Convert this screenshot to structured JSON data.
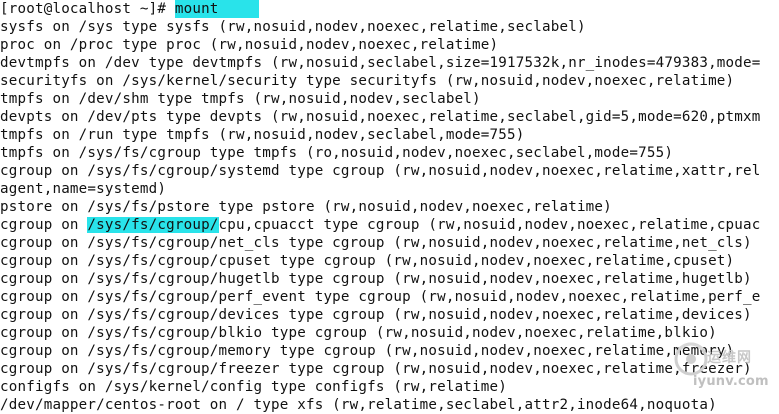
{
  "prompt": {
    "text": "[root@localhost ~]# ",
    "command": "mount"
  },
  "lines": [
    "sysfs on /sys type sysfs (rw,nosuid,nodev,noexec,relatime,seclabel)",
    "proc on /proc type proc (rw,nosuid,nodev,noexec,relatime)",
    "devtmpfs on /dev type devtmpfs (rw,nosuid,seclabel,size=1917532k,nr_inodes=479383,mode=",
    "securityfs on /sys/kernel/security type securityfs (rw,nosuid,nodev,noexec,relatime)",
    "tmpfs on /dev/shm type tmpfs (rw,nosuid,nodev,seclabel)",
    "devpts on /dev/pts type devpts (rw,nosuid,noexec,relatime,seclabel,gid=5,mode=620,ptmxm",
    "tmpfs on /run type tmpfs (rw,nosuid,nodev,seclabel,mode=755)",
    "tmpfs on /sys/fs/cgroup type tmpfs (ro,nosuid,nodev,noexec,seclabel,mode=755)",
    "cgroup on /sys/fs/cgroup/systemd type cgroup (rw,nosuid,nodev,noexec,relatime,xattr,rel",
    "agent,name=systemd)",
    "pstore on /sys/fs/pstore type pstore (rw,nosuid,nodev,noexec,relatime)",
    "cgroup on /sys/fs/cgroup/cpu,cpuacct type cgroup (rw,nosuid,nodev,noexec,relatime,cpuac",
    "cgroup on /sys/fs/cgroup/net_cls type cgroup (rw,nosuid,nodev,noexec,relatime,net_cls)",
    "cgroup on /sys/fs/cgroup/cpuset type cgroup (rw,nosuid,nodev,noexec,relatime,cpuset)",
    "cgroup on /sys/fs/cgroup/hugetlb type cgroup (rw,nosuid,nodev,noexec,relatime,hugetlb)",
    "cgroup on /sys/fs/cgroup/perf_event type cgroup (rw,nosuid,nodev,noexec,relatime,perf_e",
    "cgroup on /sys/fs/cgroup/devices type cgroup (rw,nosuid,nodev,noexec,relatime,devices)",
    "cgroup on /sys/fs/cgroup/blkio type cgroup (rw,nosuid,nodev,noexec,relatime,blkio)",
    "cgroup on /sys/fs/cgroup/memory type cgroup (rw,nosuid,nodev,noexec,relatime,memory)",
    "cgroup on /sys/fs/cgroup/freezer type cgroup (rw,nosuid,nodev,noexec,relatime,freezer)",
    "configfs on /sys/kernel/config type configfs (rw,relatime)",
    "/dev/mapper/centos-root on / type xfs (rw,relatime,seclabel,attr2,inode64,noquota)"
  ],
  "highlight": {
    "line_index": 11,
    "before": "cgroup on ",
    "text": "/sys/fs/cgroup/",
    "after": "cpu,cpuacct type cgroup (rw,nosuid,nodev,noexec,relatime,cpuac"
  },
  "colors": {
    "background": "#ffffff",
    "text": "#111111",
    "highlight": "#29e3ea"
  },
  "watermark": {
    "cn": "运维网",
    "en": "iyunv.com"
  }
}
